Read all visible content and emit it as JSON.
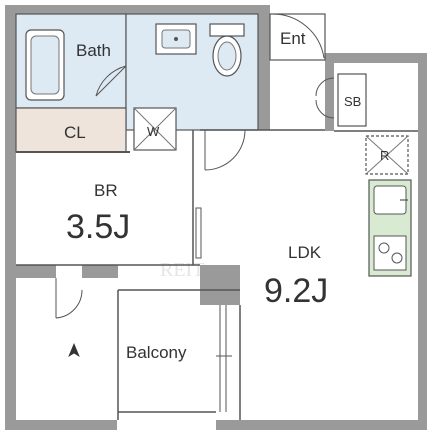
{
  "rooms": {
    "bath": "Bath",
    "entrance": "Ent",
    "shoe_box": "SB",
    "closet": "CL",
    "washer": "W",
    "refrigerator": "R",
    "bedroom": {
      "name": "BR",
      "size": "3.5J"
    },
    "ldk": {
      "name": "LDK",
      "size": "9.2J"
    },
    "balcony": "Balcony"
  },
  "watermark": "REIT",
  "colors": {
    "wall": "#9a9a9a",
    "wet_area": "#dde9f3",
    "closet_floor": "#efe4dc",
    "kitchen_counter": "#d8ead2",
    "line": "#555555"
  },
  "icons": [
    "bathtub-icon",
    "sink-icon",
    "toilet-icon",
    "washer-pan-icon",
    "refrigerator-icon",
    "kitchen-sink-icon",
    "stove-icon",
    "north-arrow-icon",
    "door-swing-icon"
  ]
}
